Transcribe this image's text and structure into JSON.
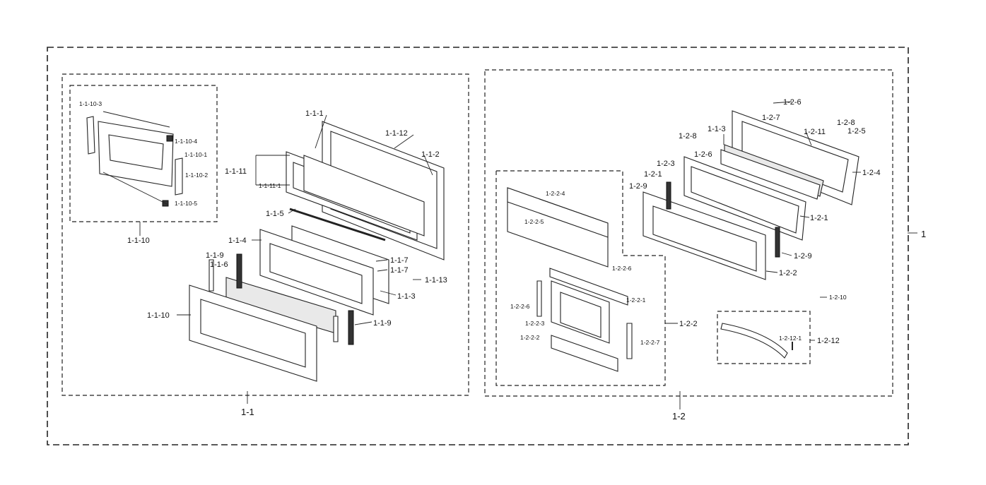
{
  "labels": {
    "l_1": "1",
    "l_1_1": "1-1",
    "l_1_2": "1-2",
    "l_1_1_1": "1-1-1",
    "l_1_1_2": "1-1-2",
    "l_1_1_3": "1-1-3",
    "l_1_1_4": "1-1-4",
    "l_1_1_5": "1-1-5",
    "l_1_1_6": "1-1-6",
    "l_1_1_7a": "1-1-7",
    "l_1_1_7b": "1-1-7",
    "l_1_1_9a": "1-1-9",
    "l_1_1_9b": "1-1-9",
    "l_1_1_10a": "1-1-10",
    "l_1_1_10b": "1-1-10",
    "l_1_1_11": "1-1-11",
    "l_1_1_11_1": "1-1-11-1",
    "l_1_1_12": "1-1-12",
    "l_1_1_13": "1-1-13",
    "l_1_1_10_1": "1-1-10-1",
    "l_1_1_10_2": "1-1-10-2",
    "l_1_1_10_3": "1-1-10-3",
    "l_1_1_10_4": "1-1-10-4",
    "l_1_1_10_5": "1-1-10-5",
    "l_1_2_1a": "1-2-1",
    "l_1_2_1b": "1-2-1",
    "l_1_2_2a": "1-2-2",
    "l_1_2_2b": "1-2-2",
    "l_1_2_3": "1-2-3",
    "l_1_2_4": "1-2-4",
    "l_1_2_5": "1-2-5",
    "l_1_2_6a": "1-2-6",
    "l_1_2_6b": "1-2-6",
    "l_1_2_7": "1-2-7",
    "l_1_2_8a": "1-2-8",
    "l_1_2_8b": "1-2-8",
    "l_1_2_9a": "1-2-9",
    "l_1_2_9b": "1-2-9",
    "l_1_2_10": "1-2-10",
    "l_1_2_11": "1-2-11",
    "l_1_2_12": "1-2-12",
    "l_1_2_12_1": "1-2-12-1",
    "l_1_1_3b": "1-1-3",
    "l_1_2_2_1": "1-2-2-1",
    "l_1_2_2_2": "1-2-2-2",
    "l_1_2_2_3": "1-2-2-3",
    "l_1_2_2_4": "1-2-2-4",
    "l_1_2_2_5": "1-2-2-5",
    "l_1_2_2_6a": "1-2-2-6",
    "l_1_2_2_6b": "1-2-2-6",
    "l_1_2_2_7": "1-2-2-7"
  }
}
